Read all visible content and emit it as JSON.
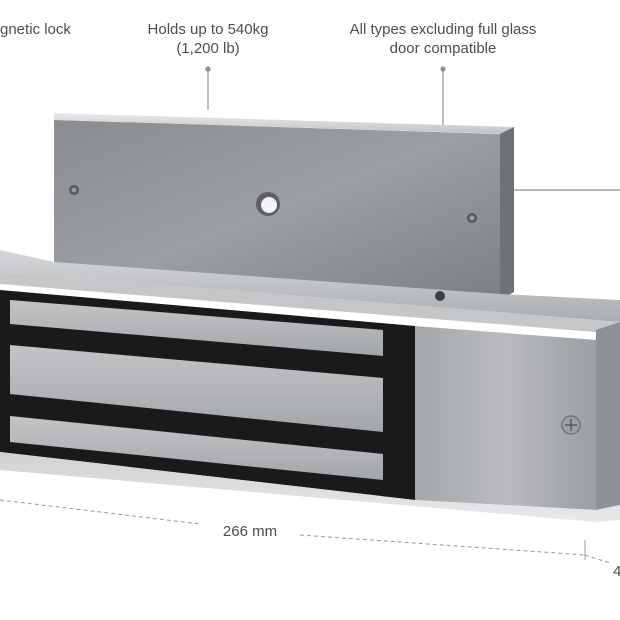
{
  "callouts": {
    "left": "gnetic lock",
    "hold_line1": "Holds up to 540kg",
    "hold_line2": "(1,200 lb)",
    "door_line1": "All types excluding full glass",
    "door_line2": "door compatible"
  },
  "dimensions": {
    "length": "266 mm",
    "depth_partial": "4"
  },
  "colors": {
    "metal_light": "#c9cbcd",
    "metal_mid": "#a7aaad",
    "metal_dark": "#7d8084",
    "face_black": "#1a1a1a",
    "armature": "#b6b8bb",
    "leader": "#8f8f8f"
  }
}
